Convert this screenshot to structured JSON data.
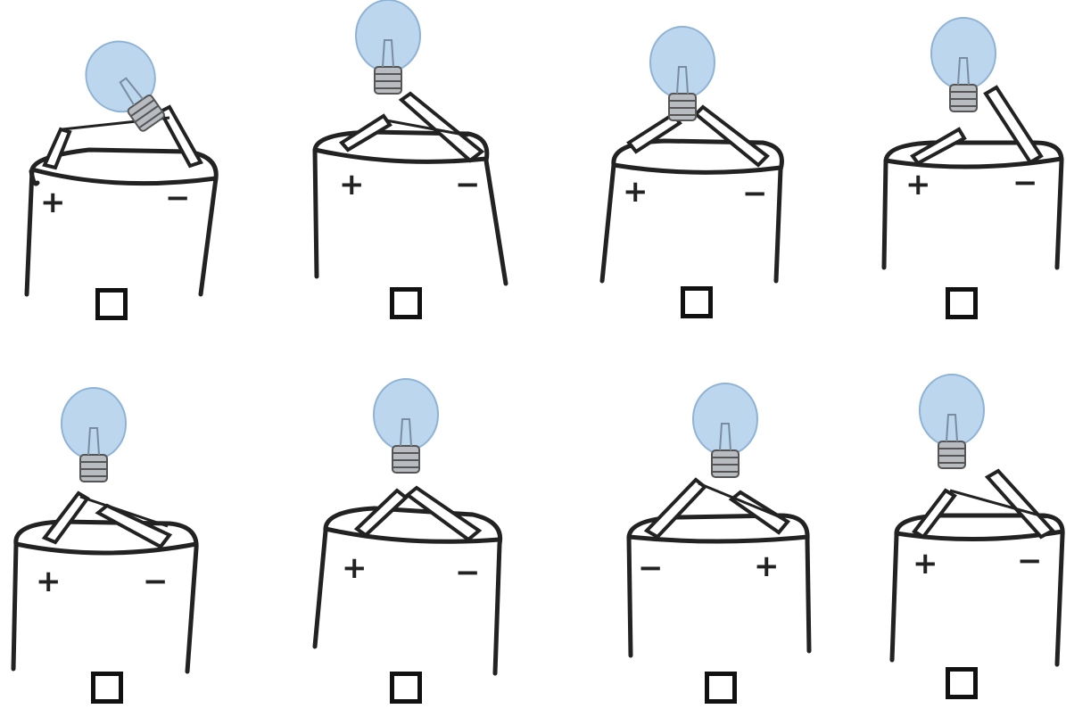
{
  "title": "",
  "colors": {
    "ink": "#222222",
    "glass": "#bcd6ee",
    "glass_edge": "#8fb3d6",
    "base": "#b8bcc0"
  },
  "icons": [
    "lightbulb-icon",
    "battery-icon",
    "wire-icon",
    "checkbox-icon"
  ],
  "items": [
    {
      "id": 1,
      "plus": "+",
      "minus": "−"
    },
    {
      "id": 2,
      "plus": "+",
      "minus": "−"
    },
    {
      "id": 3,
      "plus": "+",
      "minus": "−"
    },
    {
      "id": 4,
      "plus": "+",
      "minus": "−"
    },
    {
      "id": 5,
      "plus": "+",
      "minus": "−"
    },
    {
      "id": 6,
      "plus": "+",
      "minus": "−"
    },
    {
      "id": 7,
      "plus": "+",
      "minus": "−"
    },
    {
      "id": 8,
      "plus": "+",
      "minus": "−"
    }
  ]
}
